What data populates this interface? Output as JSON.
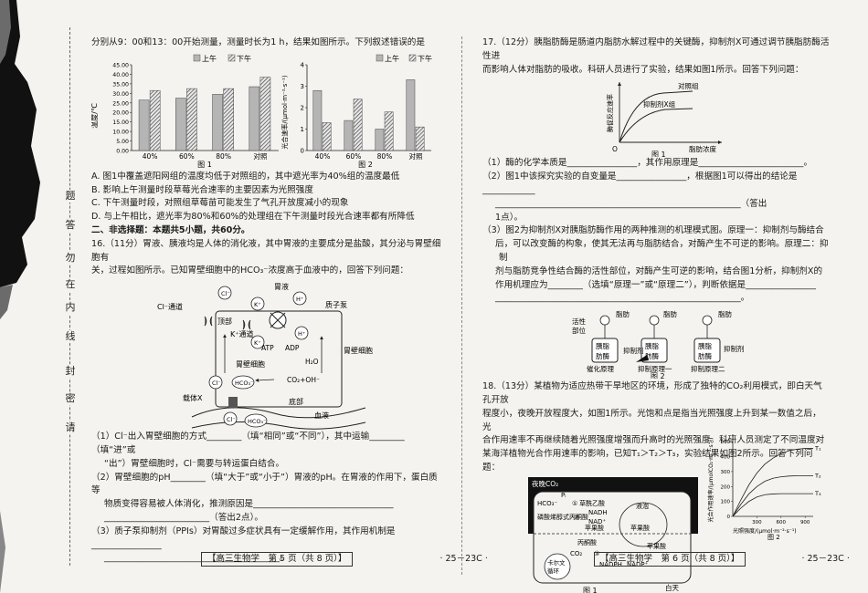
{
  "seal_chars": [
    "请",
    "勿",
    "在",
    "密",
    "封",
    "线",
    "内",
    "答",
    "题"
  ],
  "left": {
    "intro": "分别从9：00和13：00开始测量，测量时长为1 h，结果如图所示。下列叙述错误的是",
    "chart1": {
      "legend": [
        "上午",
        "下午"
      ],
      "ylabel": "温度/℃",
      "yticks": [
        "45.00",
        "40.00",
        "35.00",
        "30.00",
        "25.00",
        "20.00",
        "15.00",
        "10.00",
        "5.00",
        "0.00"
      ],
      "caption": "图 1"
    },
    "chart2": {
      "legend": [
        "上午",
        "下午"
      ],
      "ylabel": "光合速率/(μmol·m⁻²·s⁻¹)",
      "yticks": [
        "4",
        "3",
        "2",
        "1",
        "0"
      ],
      "caption": "图 2"
    },
    "opt_a": "A. 图1中覆盖遮阳网组的温度均低于对照组的，其中遮光率为40%组的温度最低",
    "opt_b": "B. 影响上午测量时段草莓光合速率的主要因素为光照强度",
    "opt_c": "C. 下午测量时段，对照组草莓苗可能发生了气孔开放度减小的现象",
    "opt_d": "D. 与上午相比，遮光率为80%和60%的处理组在下午测量时段光合速率都有所降低",
    "section2": "二、非选择题：本题共5小题，共60分。",
    "q16_line1": "16.（11分）胃液、胰液均是人体的消化液，其中胃液的主要成分是盐酸，其分泌与胃壁细胞有",
    "q16_line2": "关，过程如图所示。已知胃壁细胞中的HCO₃⁻浓度高于血液中的，回答下列问题：",
    "diagram": {
      "stomach": "胃液",
      "cl_channel": "Cl⁻通道",
      "k_channel": "K⁺通道",
      "proton_pump": "质子泵",
      "apex": "顶部",
      "parietal": "胃壁细胞",
      "parietal2": "胃壁细胞",
      "carrier": "载体X",
      "base": "底部",
      "blood": "血液",
      "atp": "ATP",
      "adp": "ADP",
      "h2o": "H₂O",
      "co2oh": "CO₂+OH⁻",
      "cl": "Cl⁻",
      "k": "K⁺",
      "h": "H⁺",
      "hco3": "HCO₃⁻"
    },
    "q16_1a": "（1）Cl⁻出入胃壁细胞的方式________（填“相同”或“不同”），其中运输________（填“进”或",
    "q16_1b": "“出”）胃壁细胞时，Cl⁻需要与转运蛋白结合。",
    "q16_2a": "（2）胃壁细胞的pH________（填“大于”或“小于”）胃液的pH。在胃液的作用下，蛋白质等",
    "q16_2b": "物质变得容易被人体消化，推测原因是________________________________",
    "q16_2c": "________________________（答出2点）。",
    "q16_3a": "（3）质子泵抑制剂（PPIs）对胃酸过多症状具有一定缓解作用，其作用机制是________________",
    "q16_3b": "________________________________________。",
    "footer_box": "【高三生物学　第 5 页（共 8 页）】",
    "footer_code": "· 25－23C ·"
  },
  "right": {
    "q17_line1": "17.（12分）胰脂肪酶是肠道内脂肪水解过程中的关键酶，抑制剂X可通过调节胰脂肪酶活性进",
    "q17_line2": "而影响人体对脂肪的吸收。科研人员进行了实验，结果如图1所示。回答下列问题：",
    "fig1": {
      "ylabel": "酶促反应速率",
      "xlabel": "脂肪浓度",
      "origin": "O",
      "control": "对照组",
      "inhib": "抑制剂X组",
      "caption": "图 1"
    },
    "q17_1": "（1）酶的化学本质是________________，其作用原理是________________________。",
    "q17_2a": "（2）图1中该探究实验的自变量是________________，根据图1可以得出的结论是____________",
    "q17_2b": "________________________________________________________（答出",
    "q17_2c": "1点）。",
    "q17_3a": "（3）图2为抑制剂X对胰脂肪酶作用的两种推测的机理模式图。原理一：抑制剂与酶结合",
    "q17_3b": "后，可以改变酶的构象，使其无法再与脂肪结合，对酶产生不可逆的影响。原理二：抑制",
    "q17_3c": "剂与脂肪竞争性结合酶的活性部位，对酶产生可逆的影响，结合图1分析，抑制剂X的",
    "q17_3d": "作用机理应为________（选填“原理一”或“原理二”），判断依据是________________",
    "q17_3e": "________________________________________________________。",
    "fig2": {
      "active": "活性",
      "site": "部位",
      "fat": "脂肪",
      "inhibitor": "抑制剂",
      "enzyme1": "胰脂",
      "enzyme2": "肪酶",
      "label1": "催化原理",
      "label2": "抑制原理一",
      "label3": "抑制原理二",
      "caption": "图 2"
    },
    "q18_line1": "18.（13分）某植物为适应热带干旱地区的环境，形成了独特的CO₂利用模式，即白天气孔开放",
    "q18_line2": "程度小，夜晚开放程度大，如图1所示。光饱和点是指当光照强度上升到某一数值之后，光",
    "q18_line3": "合作用速率不再继续随着光照强度增强而升高时的光照强度。科研人员测定了不同温度对",
    "q18_line4": "某海洋植物光合作用速率的影响，已知T₁＞T₂＞T₃，实验结果如图2所示。回答下列问题：",
    "fig3": {
      "night": "夜晚CO₂",
      "pi": "Pᵢ",
      "hco3": "HCO₃⁻",
      "oaa": "草酰乙酸",
      "nadh": "NADH",
      "nad": "NAD⁺",
      "pep": "磷酸烯醇式丙酮酸",
      "malate": "苹果酸",
      "malate2": "苹果酸",
      "malate3": "苹果酸",
      "vacuole": "液泡",
      "pyruvate": "丙酮酸",
      "co2": "CO₂",
      "calvin1": "卡尔文",
      "calvin2": "循环",
      "nadph": "NADPH",
      "nadp": "NADP⁺",
      "day": "白天",
      "n1": "①",
      "n2": "②",
      "n3": "③",
      "caption": "图 1"
    },
    "fig4": {
      "ylabel": "光合作用速率/(μmolCO₂·m⁻²·s⁻¹)",
      "xlabel": "光照强度/(μmol·m⁻²·s⁻¹)",
      "yticks": [
        "500",
        "400",
        "300",
        "200",
        "100",
        "0"
      ],
      "xticks": [
        "300",
        "600",
        "900"
      ],
      "t1": "T₁",
      "t2": "T₂",
      "t3": "T₃",
      "caption": "图 2"
    },
    "footer_box": "【高三生物学　第 6 页（共 8 页）】",
    "footer_code": "· 25－23C ·"
  },
  "chart_data": [
    {
      "type": "bar",
      "title": "图 1",
      "ylabel": "温度/℃",
      "categories": [
        "40%",
        "60%",
        "80%",
        "对照"
      ],
      "series": [
        {
          "name": "上午",
          "values": [
            26.5,
            27.5,
            29.5,
            33.5
          ]
        },
        {
          "name": "下午",
          "values": [
            31.5,
            32.5,
            32.5,
            38.5
          ]
        }
      ],
      "ylim": [
        0,
        45
      ],
      "legend": "top-left"
    },
    {
      "type": "bar",
      "title": "图 2",
      "ylabel": "光合速率/(μmol·m⁻²·s⁻¹)",
      "categories": [
        "40%",
        "60%",
        "80%",
        "对照"
      ],
      "series": [
        {
          "name": "上午",
          "values": [
            2.8,
            1.4,
            1.0,
            3.3
          ]
        },
        {
          "name": "下午",
          "values": [
            1.3,
            2.4,
            1.8,
            1.1
          ]
        }
      ],
      "ylim": [
        0,
        4
      ],
      "legend": "top-left"
    },
    {
      "type": "line",
      "title": "图 2",
      "ylabel": "光合作用速率/(μmolCO₂·m⁻²·s⁻¹)",
      "xlabel": "光照强度/(μmol·m⁻²·s⁻¹)",
      "x": [
        0,
        100,
        200,
        300,
        400,
        500,
        600,
        700,
        800,
        900,
        1000
      ],
      "series": [
        {
          "name": "T₁",
          "values": [
            0,
            110,
            210,
            290,
            350,
            390,
            420,
            440,
            450,
            455,
            455
          ]
        },
        {
          "name": "T₂",
          "values": [
            0,
            80,
            150,
            200,
            235,
            255,
            265,
            270,
            272,
            272,
            272
          ]
        },
        {
          "name": "T₃",
          "values": [
            0,
            55,
            100,
            130,
            145,
            150,
            152,
            152,
            152,
            152,
            152
          ]
        }
      ],
      "xlim": [
        0,
        1000
      ],
      "ylim": [
        0,
        550
      ]
    }
  ]
}
